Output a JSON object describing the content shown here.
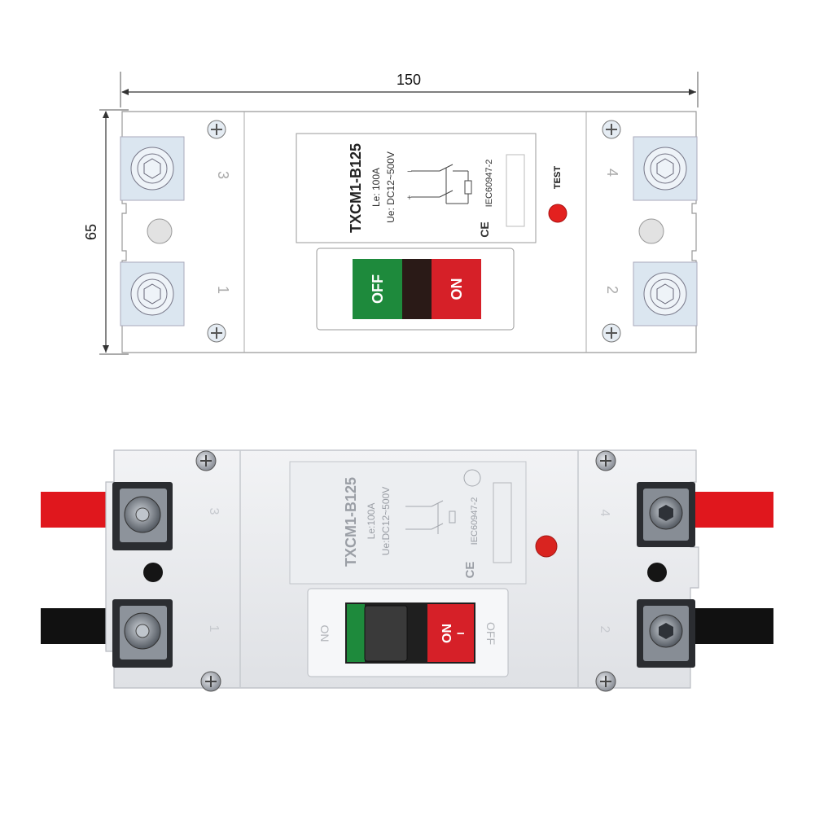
{
  "dimensions": {
    "width": "150",
    "height": "65"
  },
  "drawing": {
    "model": "TXCM1-B125",
    "rating": "Le: 100A",
    "voltage": "Ue: DC12~500V",
    "standard": "IEC60947-2",
    "ce_mark": "CE",
    "test_label": "TEST",
    "off_label": "OFF",
    "on_label": "ON",
    "terminals": [
      "3",
      "1",
      "4",
      "2"
    ],
    "off_color": "#1e8a3c",
    "on_color": "#d62028",
    "test_color": "#e3211f"
  },
  "photo": {
    "model": "TXCM1-B125",
    "rating": "Le:100A",
    "voltage": "Ue:DC12~500V",
    "standard": "IEC60947-2",
    "ce_mark": "CE",
    "handle_on": "ON",
    "handle_on_mark": "I",
    "side_on": "ON",
    "side_off": "OFF",
    "terminals": [
      "3",
      "1",
      "4",
      "2"
    ],
    "cable_red": "#e0171d",
    "cable_black": "#111111"
  }
}
